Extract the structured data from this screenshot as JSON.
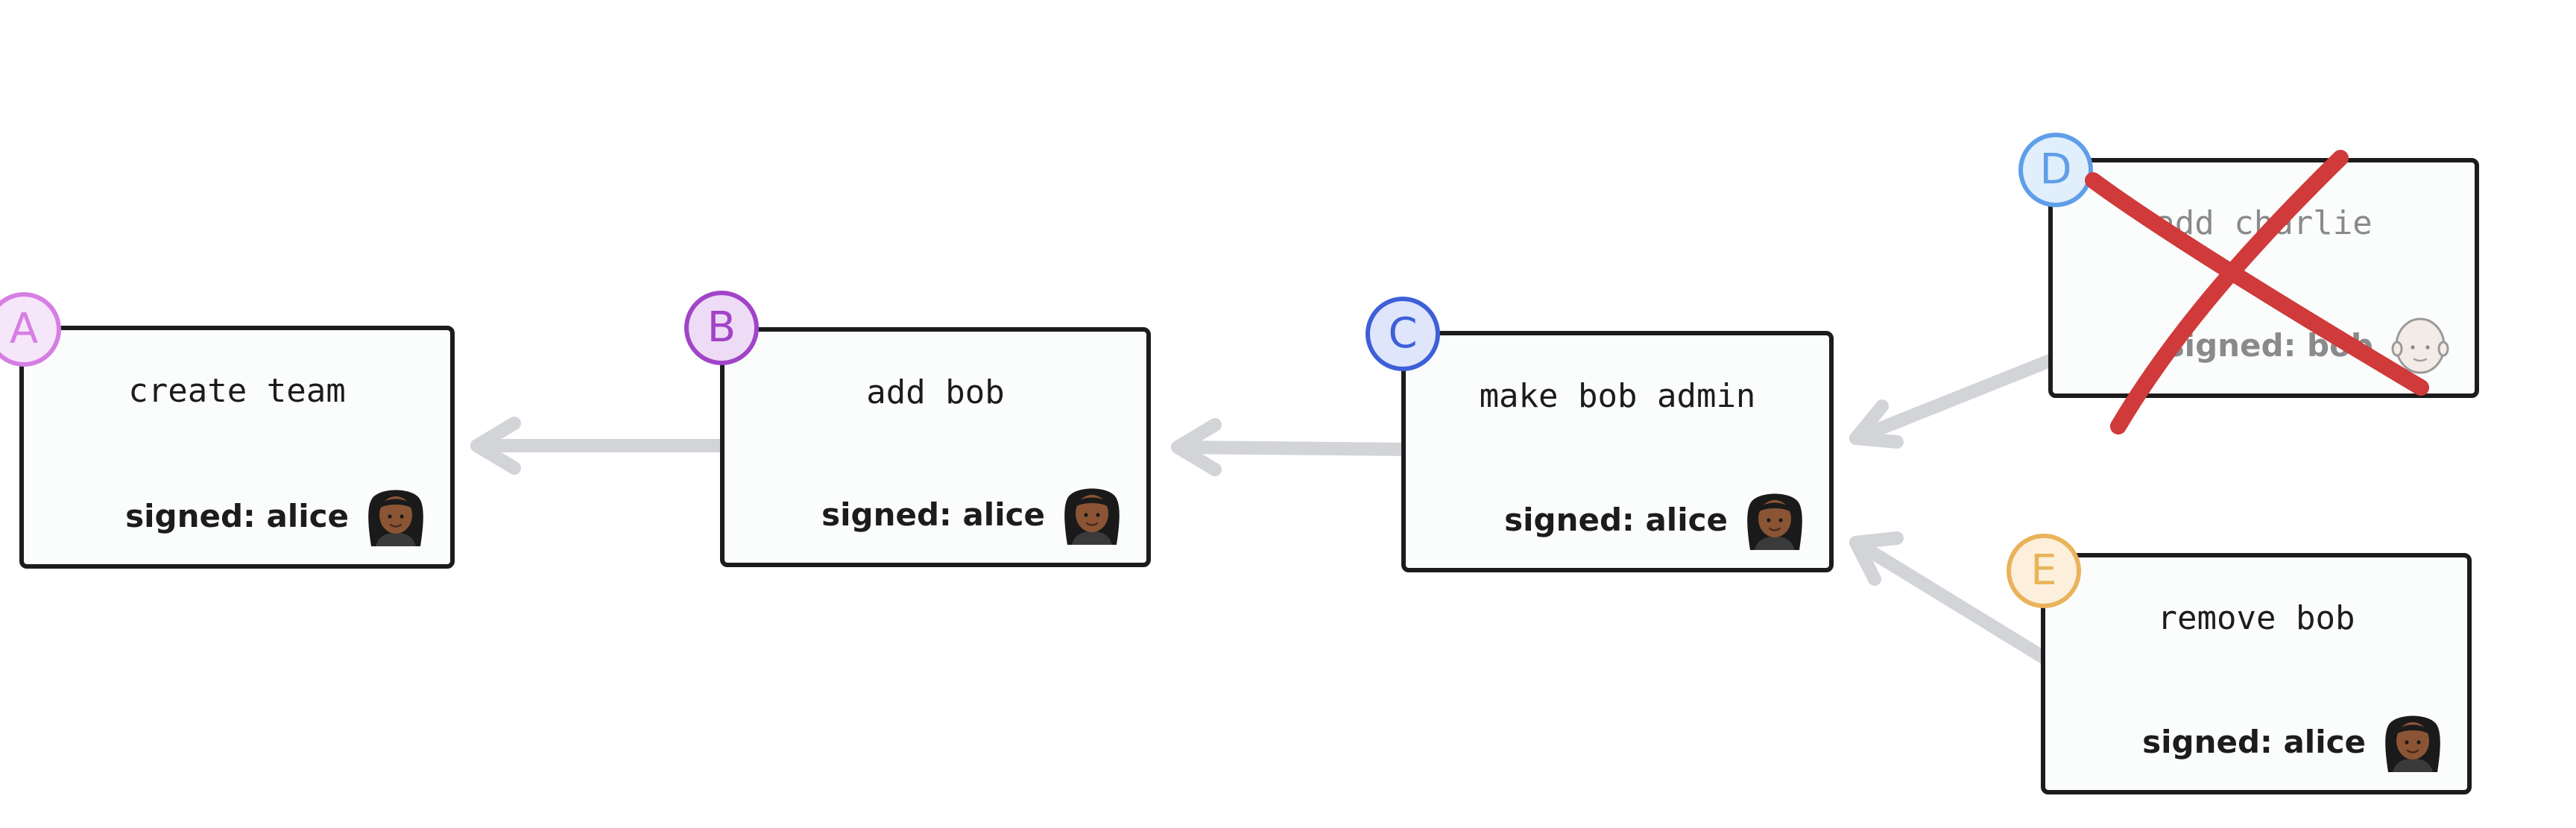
{
  "colors": {
    "card_border": "#1c1c1c",
    "arrow": "#d2d4d8",
    "strike": "#d03a3a",
    "invalid_text": "#8a8a8a"
  },
  "nodes": [
    {
      "id": "A",
      "action": "create team",
      "signer": "signed: alice",
      "avatar": "woman-dark-icon",
      "badge_color": "#d67ee4",
      "badge_bg": "#f6e6f9",
      "invalid": false
    },
    {
      "id": "B",
      "action": "add bob",
      "signer": "signed: alice",
      "avatar": "woman-dark-icon",
      "badge_color": "#a144c8",
      "badge_bg": "#eedcf6",
      "invalid": false
    },
    {
      "id": "C",
      "action": "make bob admin",
      "signer": "signed: alice",
      "avatar": "woman-dark-icon",
      "badge_color": "#3d5fd8",
      "badge_bg": "#dfe6fb",
      "invalid": false
    },
    {
      "id": "D",
      "action": "add charlie",
      "signer": "signed: bob",
      "avatar": "bald-man-icon",
      "badge_color": "#5f9ee8",
      "badge_bg": "#e1eefc",
      "invalid": true
    },
    {
      "id": "E",
      "action": "remove bob",
      "signer": "signed: alice",
      "avatar": "woman-dark-icon",
      "badge_color": "#eab35a",
      "badge_bg": "#fcf0dc",
      "invalid": false
    }
  ],
  "edges": [
    {
      "from": "B",
      "to": "A"
    },
    {
      "from": "C",
      "to": "B"
    },
    {
      "from": "D",
      "to": "C"
    },
    {
      "from": "E",
      "to": "C"
    }
  ]
}
